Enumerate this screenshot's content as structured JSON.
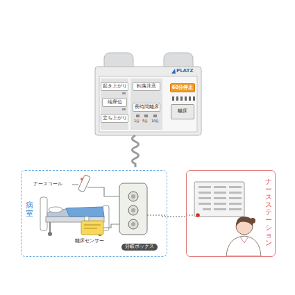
{
  "diagram": {
    "nodes": [
      {
        "text": [
          "PLATZ"
        ]
      },
      {
        "text": [
          "起き上がり"
        ],
        "in": 0
      },
      {
        "text": [
          "端座位"
        ],
        "in": 0
      },
      {
        "text": [
          "立ち上がり"
        ],
        "in": 0
      },
      {
        "text": [
          "転落注意"
        ],
        "in": 0
      },
      {
        "text": [
          "長時間離床"
        ],
        "in": 0
      },
      {
        "text": [
          "60分停止"
        ],
        "in": 0
      },
      {
        "text": [
          "離床"
        ],
        "in": 0
      },
      {
        "text": [
          "病室"
        ]
      },
      {
        "text": [
          "分岐ボックス"
        ],
        "in": 8
      },
      {
        "text": [
          "ナースステーション"
        ]
      }
    ],
    "edges": [
      {
        "from": 9,
        "to": 10,
        "arrow": "none"
      }
    ],
    "labels": [
      "ナースコール",
      "離床センサー",
      "1分",
      "5分",
      "10分"
    ]
  }
}
